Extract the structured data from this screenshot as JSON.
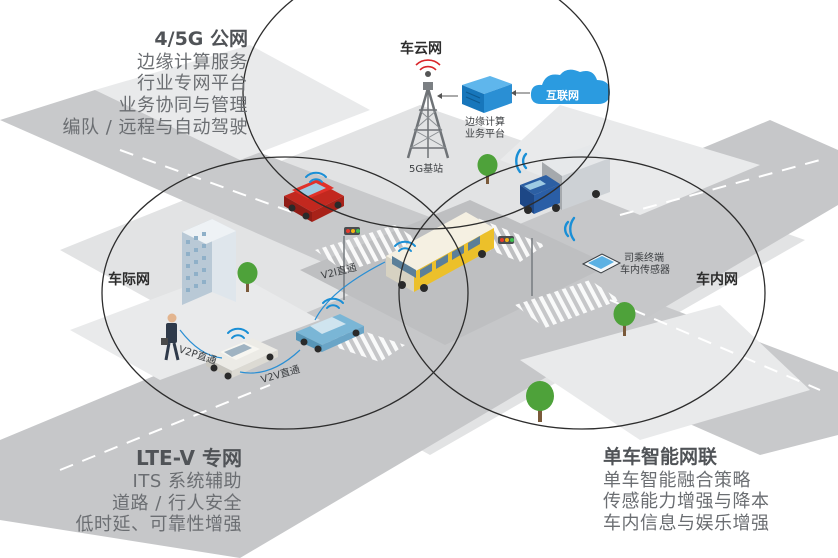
{
  "zones": {
    "cloud": "车云网",
    "v2v": "车际网",
    "invehicle": "车内网"
  },
  "scene_labels": {
    "base_station": "5G基站",
    "edge_platform_line1": "边缘计算",
    "edge_platform_line2": "业务平台",
    "internet": "互联网",
    "driver_terminal_line1": "司乘终端",
    "driver_terminal_line2": "车内传感器",
    "v2i": "V2I直通",
    "v2p": "V2P直通",
    "v2v": "V2V直通"
  },
  "panels": {
    "public_network": {
      "title": "4/5G 公网",
      "lines": [
        "边缘计算服务",
        "行业专网平台",
        "业务协同与管理",
        "编队 / 远程与自动驾驶"
      ]
    },
    "lte_v": {
      "title": "LTE-V 专网",
      "lines": [
        "ITS 系统辅助",
        "道路 / 行人安全",
        "低时延、可靠性增强"
      ]
    },
    "single_vehicle": {
      "title": "单车智能网联",
      "lines": [
        "单车智能融合策略",
        "传感能力增强与降本",
        "车内信息与娱乐增强"
      ]
    }
  },
  "colors": {
    "road": "#c9cacc",
    "road_dark": "#b7b9bb",
    "ground": "#e4e5e6",
    "circle_stroke": "#333333",
    "wifi": "#1a8fd6",
    "internet_cloud": "#2b9be0",
    "text_gray": "#6b6e72",
    "title_gray": "#505357"
  }
}
